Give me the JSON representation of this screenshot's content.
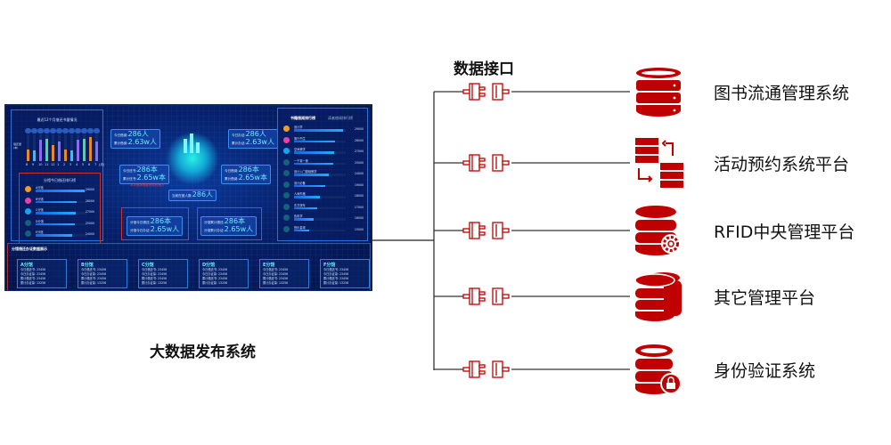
{
  "dashboard": {
    "caption": "大数据发布系统",
    "chart_title": "最近12个月借还书量情况",
    "chart_ylabel": "借还量(本)",
    "months": [
      "8",
      "9",
      "10",
      "11",
      "12",
      "1",
      "2",
      "3",
      "4",
      "5",
      "6",
      "7"
    ],
    "month_unit": "(月)",
    "bar_colors": [
      "#e7892b",
      "#28c7f0",
      "#8a6cf0",
      "#3ee08a",
      "#e7892b",
      "#8a6cf0",
      "#e7892b",
      "#28c7f0",
      "#8a6cf0",
      "#3ee08a",
      "#e7892b",
      "#8a6cf0"
    ],
    "bar_levels": [
      0.45,
      0.4,
      0.8,
      0.85,
      0.6,
      0.75,
      0.45,
      0.4,
      0.8,
      0.85,
      0.9,
      0.75
    ],
    "branch_rank_title": "分馆今日借还排行榜",
    "branch_rank": [
      {
        "name": "A分馆",
        "value": "29000",
        "level": 0.95,
        "color": "#f59a23"
      },
      {
        "name": "B分馆",
        "value": "28000",
        "level": 0.8,
        "color": "#ea3fa8"
      },
      {
        "name": "C分馆",
        "value": "27000",
        "level": 0.78,
        "color": "#1aa3f0"
      },
      {
        "name": "D分馆",
        "value": "25000",
        "level": 0.75,
        "color": "#15607a"
      },
      {
        "name": "E分馆",
        "value": "24000",
        "level": 0.7,
        "color": "#15607a"
      }
    ],
    "stats": {
      "today_borrow_label": "今日借阅:",
      "today_borrow": "286人",
      "total_borrow_label": "累计借阅:",
      "total_borrow": "2.63w人",
      "today_return_label": "今日还书:",
      "today_return": "286本",
      "total_return_label": "累计还书:",
      "total_return": "2.65w本",
      "note": "本次需求需要改动的地方",
      "today_card_label": "今日办证:",
      "today_card": "286人",
      "total_card_label": "累计办证:",
      "total_card": "2.63w人",
      "today_loan_label": "今日借阅:",
      "today_loan": "286本",
      "total_loan_label": "累计借阅:",
      "total_loan": "2.65w本",
      "in_library_label": "当前在馆人数:",
      "in_library": "286人",
      "branch_today_rw_label": "分馆今日借还:",
      "branch_today_rw": "286本",
      "branch_today_card_label": "分馆今日办证:",
      "branch_today_card": "2.65w人",
      "branch_total_rw_label": "分馆累计借还:",
      "branch_total_rw": "286本",
      "branch_total_card_label": "分馆累计办证:",
      "branch_total_card": "2.65w人"
    },
    "rank_tabs": [
      "书籍借阅排行榜",
      "读者借阅排行榜"
    ],
    "book_rank": [
      {
        "name": "设计学",
        "value": "29000",
        "level": 0.95,
        "color": "#f59a23"
      },
      {
        "name": "旅行书生",
        "value": "28000",
        "level": 0.8,
        "color": "#ea3fa8"
      },
      {
        "name": "空间美学",
        "value": "27000",
        "level": 0.78,
        "color": "#1aa3f0"
      },
      {
        "name": "一千零一夜",
        "value": "25000",
        "level": 0.75,
        "color": "#15607a"
      },
      {
        "name": "设计入门基础教学",
        "value": "24000",
        "level": 0.68,
        "color": "#15607a"
      },
      {
        "name": "设计必备",
        "value": "19000",
        "level": 0.6,
        "color": "#15607a"
      },
      {
        "name": "人间失格",
        "value": "18000",
        "level": 0.5,
        "color": "#15607a"
      },
      {
        "name": "东方快车",
        "value": "17000",
        "level": 0.45,
        "color": "#15607a"
      },
      {
        "name": "色彩学",
        "value": "16000",
        "level": 0.38,
        "color": "#15607a"
      },
      {
        "name": "快乐星球",
        "value": "15000",
        "level": 0.3,
        "color": "#15607a"
      }
    ],
    "branch_data_title": "分馆借还办证数据展示",
    "branches": [
      {
        "name": "A分馆",
        "lines": [
          "今日借还书: 23456",
          "今日办证量: 23456",
          "累计借还书: 23456",
          "累计办证量: 13256"
        ]
      },
      {
        "name": "B分馆",
        "lines": [
          "今日借还书: 23456",
          "今日办证量: 23456",
          "累计借还书: 23456",
          "累计办证量: 13256"
        ]
      },
      {
        "name": "C分馆",
        "lines": [
          "今日借还书: 23456",
          "今日办证量: 23456",
          "累计借还书: 23456",
          "累计办证量: 13256"
        ]
      },
      {
        "name": "D分馆",
        "lines": [
          "今日借还书: 23456",
          "今日办证量: 23456",
          "累计借还书: 23456",
          "累计办证量: 13256"
        ]
      },
      {
        "name": "E分馆",
        "lines": [
          "今日借还书: 23456",
          "今日办证量: 23456",
          "累计借还书: 23456",
          "累计办证量: 13256"
        ]
      },
      {
        "name": "F分馆",
        "lines": [
          "今日借还书: 23456",
          "今日办证量: 23456",
          "累计借还书: 23456",
          "累计办证量: 13256"
        ]
      }
    ]
  },
  "interface": {
    "title": "数据接口",
    "accent": "#c00000"
  },
  "systems": [
    {
      "label": "图书流通管理系统",
      "icon": "database-server-icon"
    },
    {
      "label": "活动预约系统平台",
      "icon": "server-sync-icon"
    },
    {
      "label": "RFID中央管理平台",
      "icon": "database-gear-icon"
    },
    {
      "label": "其它管理平台",
      "icon": "database-stack-icon"
    },
    {
      "label": "身份验证系统",
      "icon": "database-lock-icon"
    }
  ]
}
